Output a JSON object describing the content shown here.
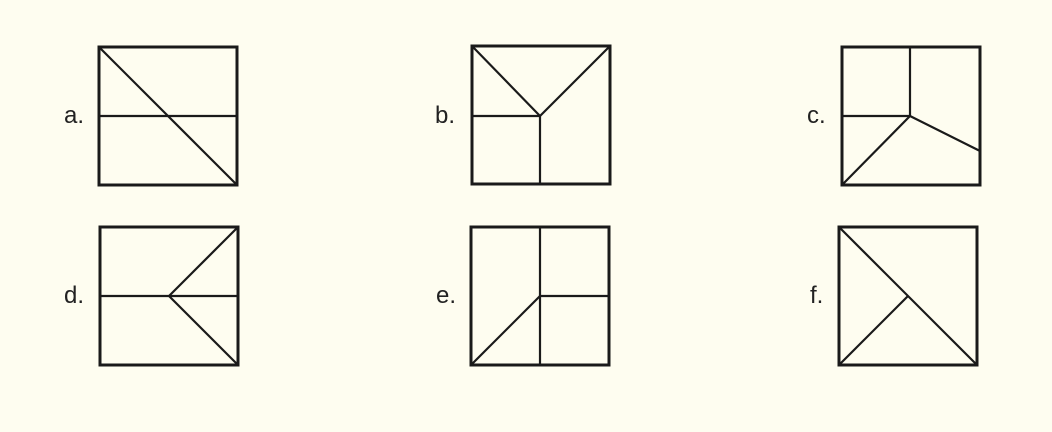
{
  "options": [
    {
      "id": "a",
      "label": "a."
    },
    {
      "id": "b",
      "label": "b."
    },
    {
      "id": "c",
      "label": "c."
    },
    {
      "id": "d",
      "label": "d."
    },
    {
      "id": "e",
      "label": "e."
    },
    {
      "id": "f",
      "label": "f."
    }
  ],
  "colors": {
    "background": "#fefdf0",
    "stroke": "#1a1a1a",
    "label": "#222222"
  }
}
